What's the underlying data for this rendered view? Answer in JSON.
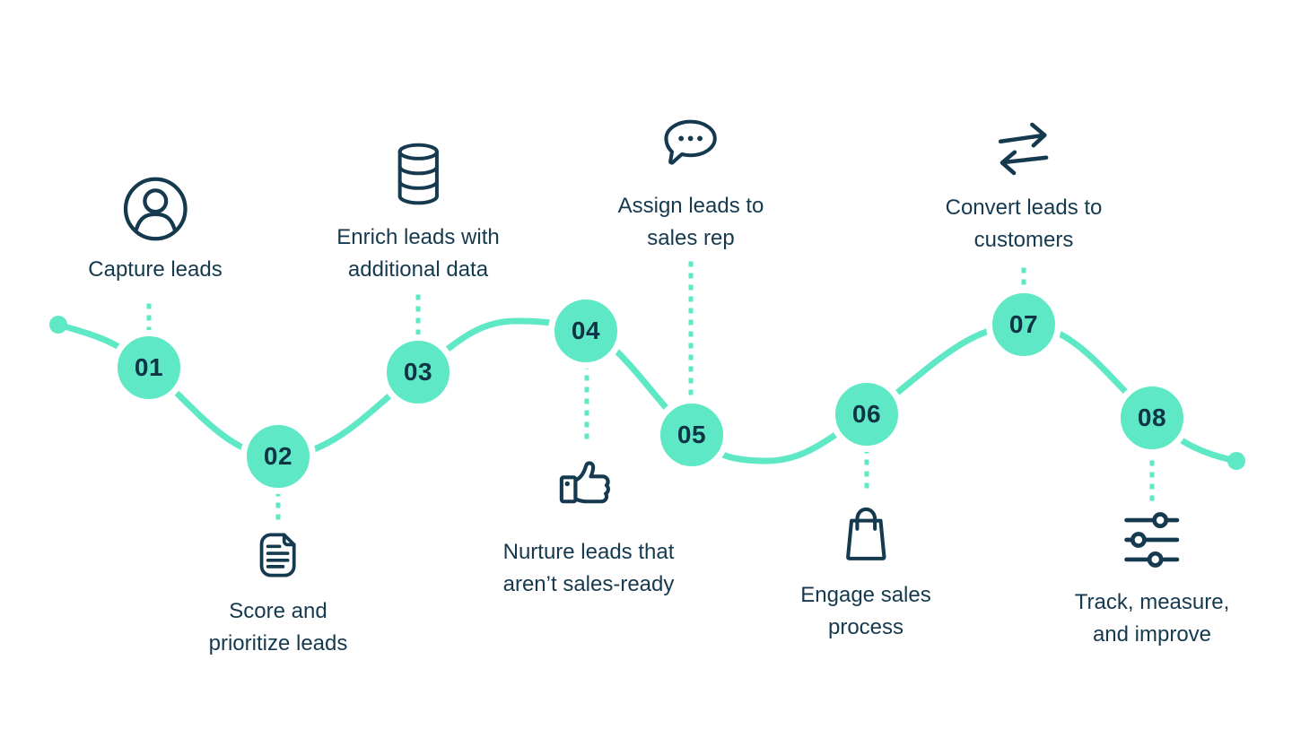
{
  "diagram": {
    "type": "process-flow-timeline",
    "step_count": 8
  },
  "colors": {
    "accent_mint": "#5FE8C5",
    "ink_navy": "#15394E",
    "background": "#FFFFFF"
  },
  "steps": [
    {
      "number": "01",
      "label": "Capture leads",
      "lines": [
        "Capture leads"
      ],
      "icon": "user-icon",
      "label_position": "above"
    },
    {
      "number": "02",
      "label": "Score and prioritize leads",
      "lines": [
        "Score and",
        "prioritize leads"
      ],
      "icon": "document-icon",
      "label_position": "below"
    },
    {
      "number": "03",
      "label": "Enrich leads with additional data",
      "lines": [
        "Enrich leads with",
        "additional data"
      ],
      "icon": "database-icon",
      "label_position": "above"
    },
    {
      "number": "04",
      "label": "Nurture leads that aren’t sales-ready",
      "lines": [
        "Nurture leads that",
        "aren’t sales-ready"
      ],
      "icon": "thumbs-up-icon",
      "label_position": "below"
    },
    {
      "number": "05",
      "label": "Assign leads to sales rep",
      "lines": [
        "Assign leads to",
        "sales rep"
      ],
      "icon": "chat-bubble-icon",
      "label_position": "above"
    },
    {
      "number": "06",
      "label": "Engage sales process",
      "lines": [
        "Engage sales",
        "process"
      ],
      "icon": "shopping-bag-icon",
      "label_position": "below"
    },
    {
      "number": "07",
      "label": "Convert leads to customers",
      "lines": [
        "Convert leads to",
        "customers"
      ],
      "icon": "swap-arrows-icon",
      "label_position": "above"
    },
    {
      "number": "08",
      "label": "Track, measure, and improve",
      "lines": [
        "Track, measure,",
        "and improve"
      ],
      "icon": "sliders-icon",
      "label_position": "below"
    }
  ]
}
